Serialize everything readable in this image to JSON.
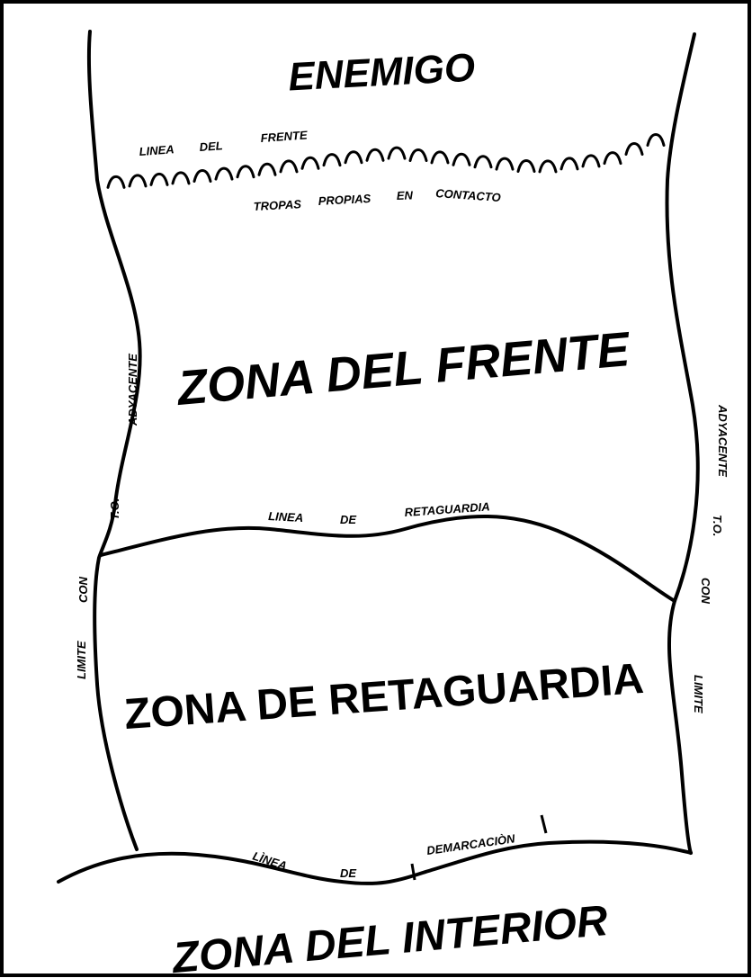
{
  "zones": {
    "enemy": "ENEMIGO",
    "front": "ZONA DEL FRENTE",
    "rear": "ZONA DE RETAGUARDIA",
    "interior": "ZONA DEL INTERIOR"
  },
  "front_line": {
    "words": [
      "LINEA",
      "DEL",
      "FRENTE"
    ]
  },
  "contact_troops": {
    "words": [
      "TROPAS",
      "PROPIAS",
      "EN",
      "CONTACTO"
    ]
  },
  "rear_line": {
    "words": [
      "LINEA",
      "DE",
      "RETAGUARDIA"
    ]
  },
  "demarcation_line": {
    "words": [
      "LÌNEA",
      "DE",
      "DEMARCACIÒN"
    ]
  },
  "left_boundary": {
    "words": [
      "LIMITE",
      "CON",
      "T.O.",
      "ADYACENTE"
    ]
  },
  "right_boundary": {
    "words": [
      "LIMITE",
      "CON",
      "T.O.",
      "ADYACENTE"
    ]
  },
  "colors": {
    "ink": "#000000",
    "paper": "#ffffff"
  }
}
